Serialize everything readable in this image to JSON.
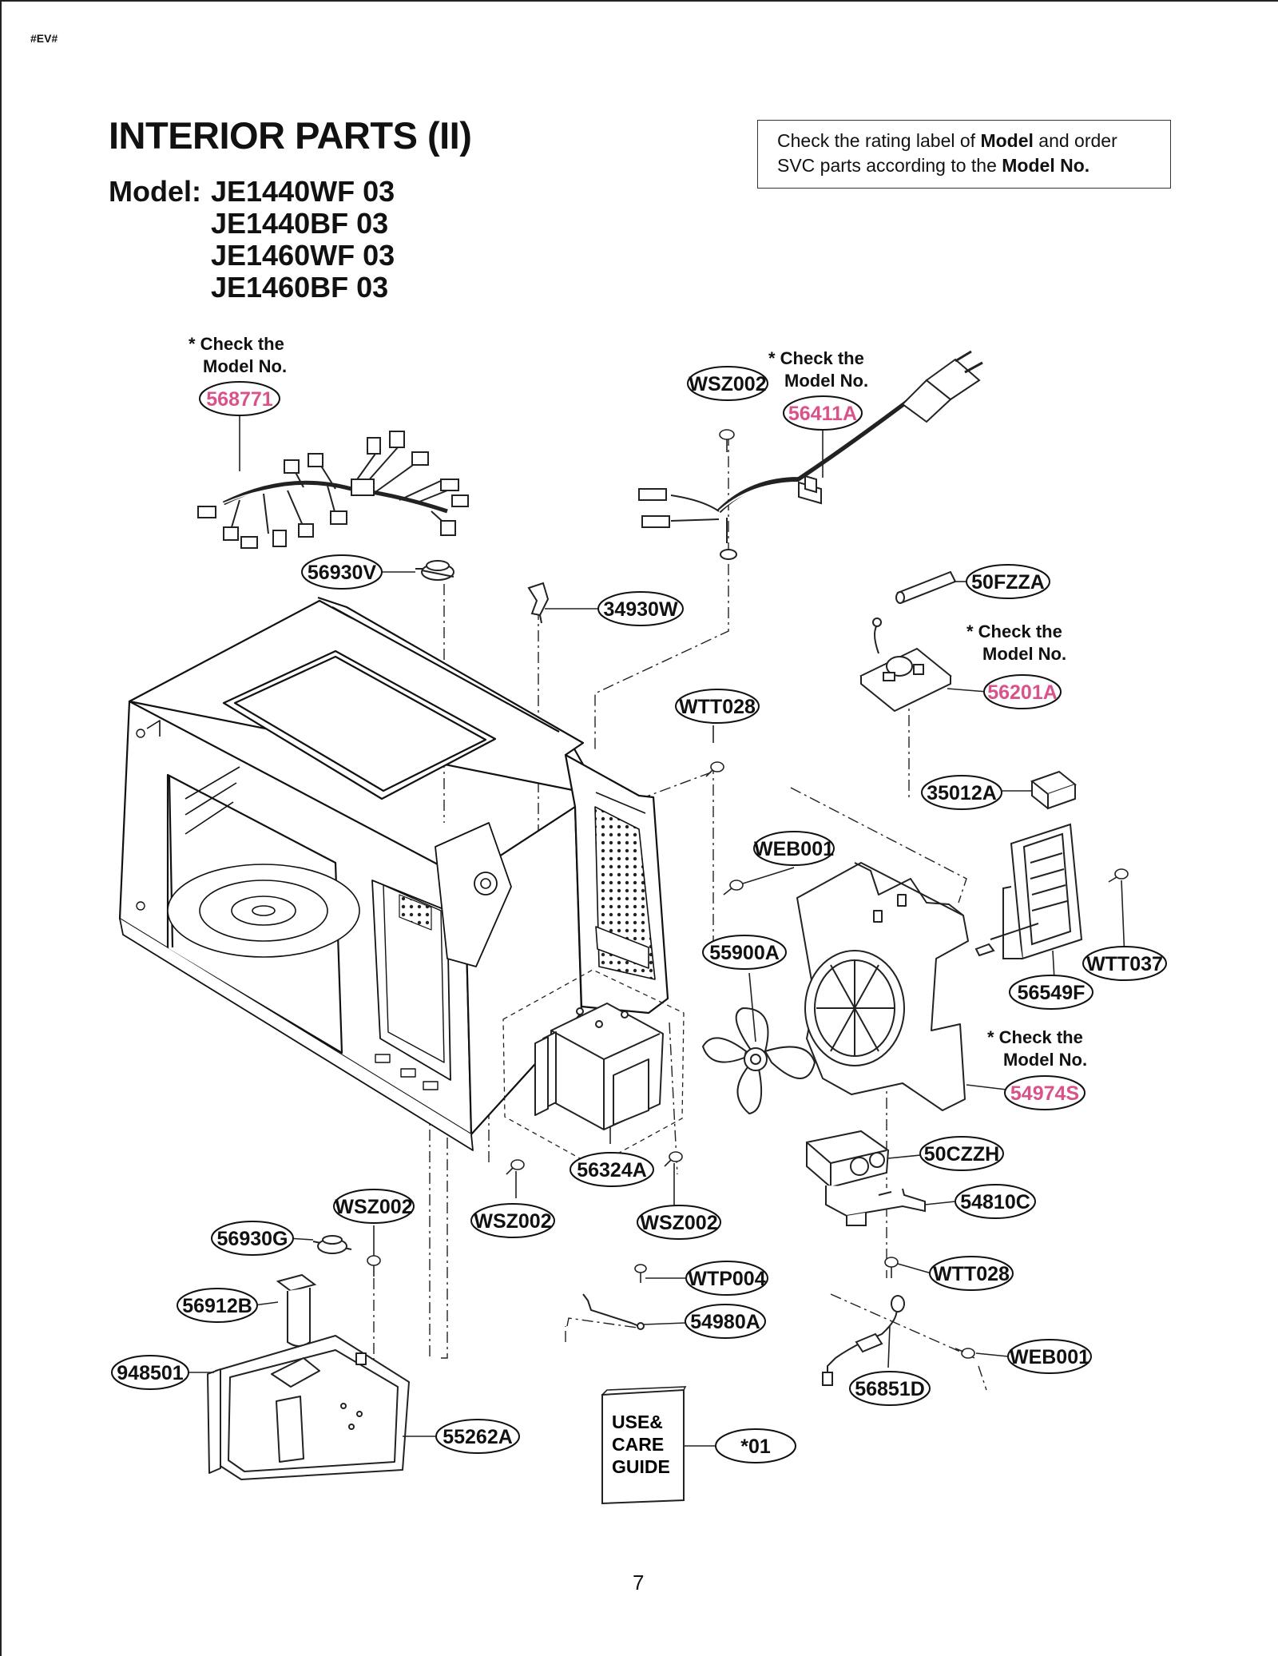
{
  "page_code": "#EV#",
  "title": "INTERIOR PARTS (II)",
  "model": {
    "prefix": "Model:",
    "numbers": [
      "JE1440WF 03",
      "JE1440BF 03",
      "JE1460WF 03",
      "JE1460BF 03"
    ]
  },
  "notice": {
    "part1": "Check the rating label of ",
    "bold1": "Model",
    "part2": " and order SVC parts according to the ",
    "bold2": "Model No."
  },
  "check_note": {
    "line1": "* Check the",
    "line2": "Model No."
  },
  "colors": {
    "highlight": "#d9538a",
    "ink": "#111111"
  },
  "part_labels": {
    "harness": "568771",
    "power_cord": "56411A",
    "screw_cord": "WSZ002",
    "thermostat_top": "56930V",
    "latch": "34930W",
    "fuse": "50FZZA",
    "noise_filter": "56201A",
    "screw_top": "WTT028",
    "fuse_holder": "35012A",
    "screw_earth_top": "WEB001",
    "fan_motor": "56549F",
    "screw_motor": "WTT037",
    "fan_blade": "55900A",
    "fan_duct": "54974S",
    "magnetron": "56324A",
    "screw_mag_left": "WSZ002",
    "screw_mag_right": "WSZ002",
    "capacitor": "50CZZH",
    "cap_bracket": "54810C",
    "screw_cap": "WTT028",
    "thermostat_bottom": "56930G",
    "screw_bottom": "WSZ002",
    "lamp_socket": "56912B",
    "lamp_holder": "948501",
    "transformer": "55262A",
    "screw_wtp": "WTP004",
    "spring": "54980A",
    "diode": "56851D",
    "screw_earth_bottom": "WEB001",
    "manual_ref": "*01"
  },
  "manual": {
    "line1": "USE&",
    "line2": "CARE",
    "line3": "GUIDE"
  },
  "page_number": "7"
}
